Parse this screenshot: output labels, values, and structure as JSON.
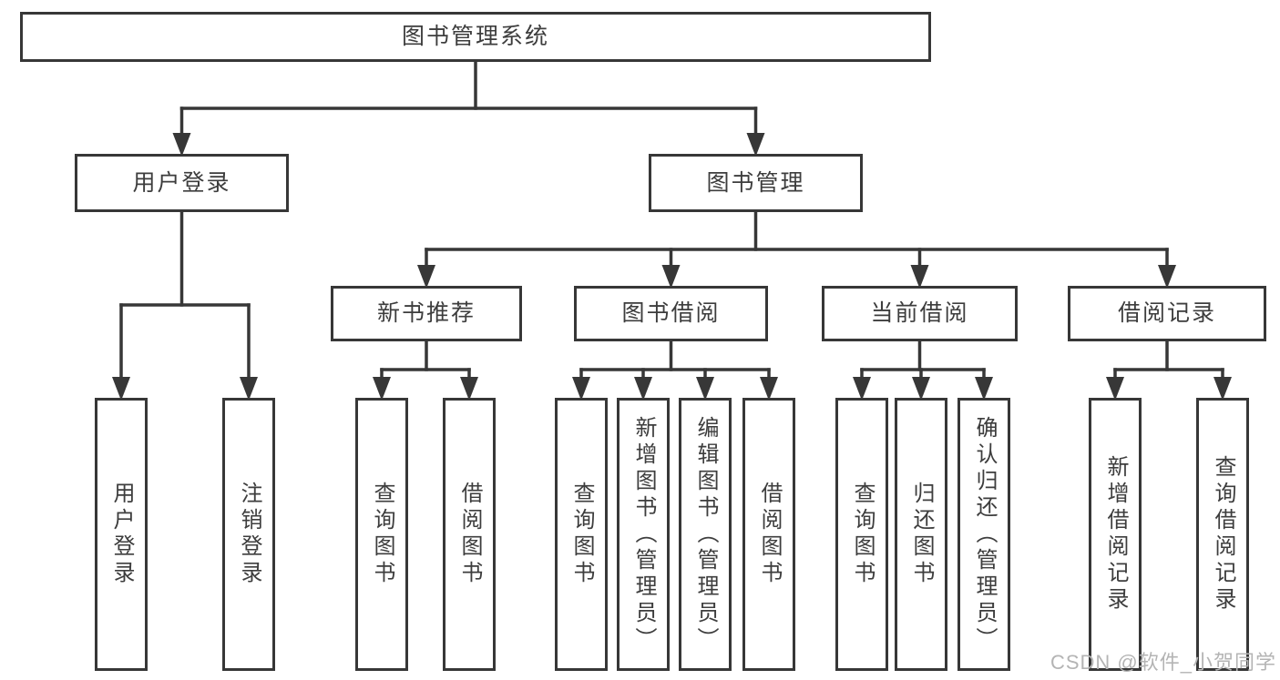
{
  "nodes": {
    "root": {
      "label": "图书管理系统"
    },
    "user_login": {
      "label": "用户登录"
    },
    "book_mgmt": {
      "label": "图书管理"
    },
    "login": {
      "label": "用户登录"
    },
    "logout": {
      "label": "注销登录"
    },
    "new_rec": {
      "label": "新书推荐"
    },
    "borrow": {
      "label": "图书借阅"
    },
    "current": {
      "label": "当前借阅"
    },
    "records": {
      "label": "借阅记录"
    },
    "nb_query": {
      "label": "查询图书"
    },
    "nb_borrow": {
      "label": "借阅图书"
    },
    "bb_query": {
      "label": "查询图书"
    },
    "bb_add": {
      "label": "新增图书（管理员）"
    },
    "bb_edit": {
      "label": "编辑图书（管理员）"
    },
    "bb_borrow": {
      "label": "借阅图书"
    },
    "cb_query": {
      "label": "查询图书"
    },
    "cb_return": {
      "label": "归还图书"
    },
    "cb_confirm": {
      "label": "确认归还（管理员）"
    },
    "br_add": {
      "label": "新增借阅记录"
    },
    "br_query": {
      "label": "查询借阅记录"
    }
  },
  "edges": [
    {
      "parent": "root",
      "children": [
        "user_login",
        "book_mgmt"
      ]
    },
    {
      "parent": "user_login",
      "children": [
        "login",
        "logout"
      ]
    },
    {
      "parent": "book_mgmt",
      "children": [
        "new_rec",
        "borrow",
        "current",
        "records"
      ]
    },
    {
      "parent": "new_rec",
      "children": [
        "nb_query",
        "nb_borrow"
      ]
    },
    {
      "parent": "borrow",
      "children": [
        "bb_query",
        "bb_add",
        "bb_edit",
        "bb_borrow"
      ]
    },
    {
      "parent": "current",
      "children": [
        "cb_query",
        "cb_return",
        "cb_confirm"
      ]
    },
    {
      "parent": "records",
      "children": [
        "br_add",
        "br_query"
      ]
    }
  ],
  "watermark": "CSDN @软件_小贺同学",
  "colors": {
    "line": "#373737",
    "box_border": "#373737",
    "text": "#3d3d3d",
    "watermark": "#b4b4b4",
    "background": "#ffffff"
  }
}
